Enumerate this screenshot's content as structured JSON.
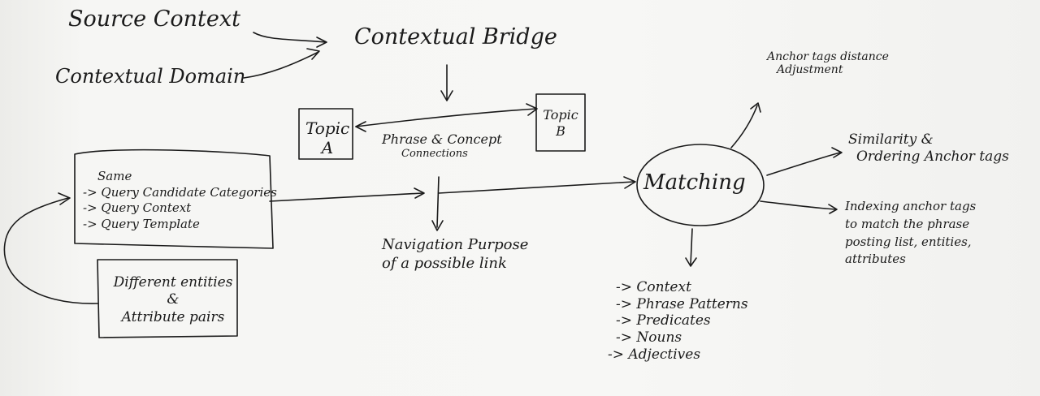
{
  "header": {
    "source_context": "Source Context",
    "contextual_domain": "Contextual Domain",
    "contextual_bridge": "Contextual Bridge"
  },
  "topics": {
    "topic_a": [
      "Topic",
      "A"
    ],
    "topic_b": [
      "Topic",
      "B"
    ]
  },
  "phrase_concept": [
    "Phrase & Concept",
    "Connections"
  ],
  "same_box": {
    "title": "Same",
    "items": [
      "-> Query Candidate Categories",
      "-> Query Context",
      "-> Query Template"
    ]
  },
  "entities_box": [
    "Different entities",
    "&",
    "Attribute pairs"
  ],
  "navigation": [
    "Navigation Purpose",
    "of a possible link"
  ],
  "matching": "Matching",
  "anchor_distance": [
    "Anchor tags distance",
    "Adjustment"
  ],
  "similarity": [
    "Similarity &",
    "Ordering Anchor tags"
  ],
  "indexing": [
    "Indexing anchor tags",
    "to match the phrase",
    "posting list, entities,",
    "attributes"
  ],
  "matching_outputs": [
    "-> Context",
    "-> Phrase Patterns",
    "-> Predicates",
    "-> Nouns",
    "-> Adjectives"
  ]
}
